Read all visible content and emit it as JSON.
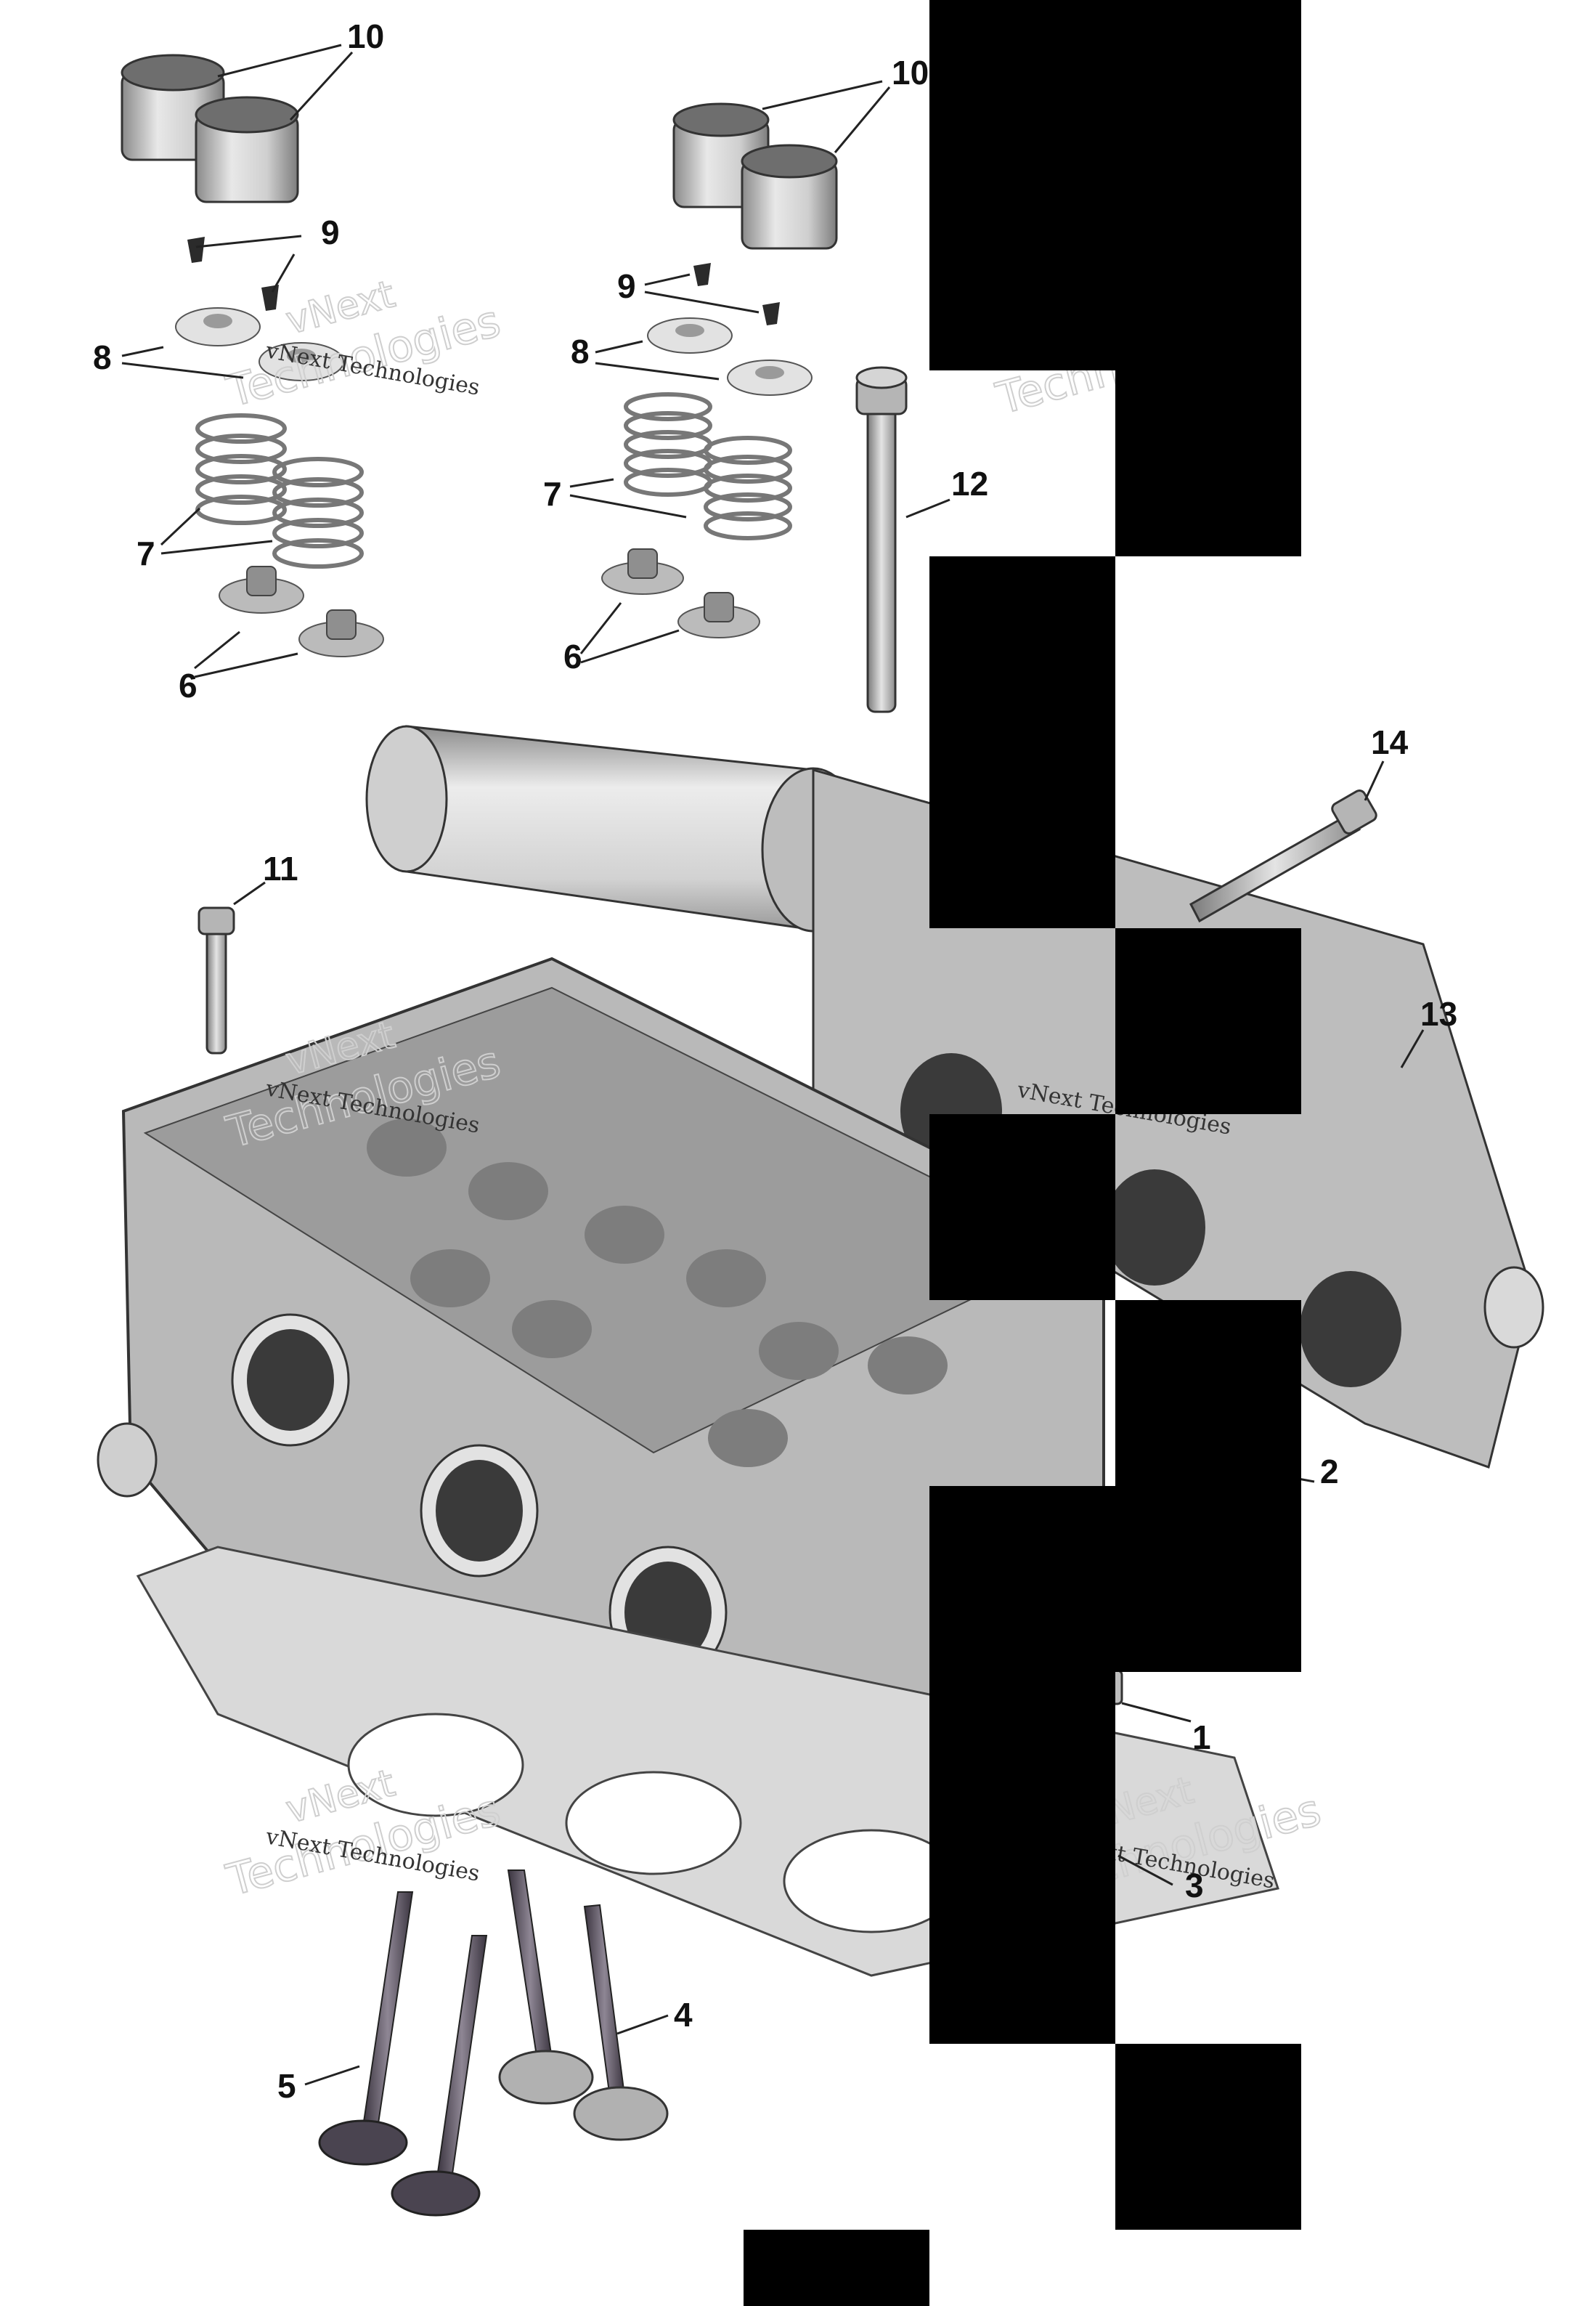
{
  "callouts": {
    "c10a": "10",
    "c10b": "10",
    "c9a": "9",
    "c9b": "9",
    "c8a": "8",
    "c8b": "8",
    "c7a": "7",
    "c7b": "7",
    "c6a": "6",
    "c6b": "6",
    "c12": "12",
    "c11": "11",
    "c14": "14",
    "c13": "13",
    "c2": "2",
    "c1": "1",
    "c3": "3",
    "c4": "4",
    "c5": "5"
  },
  "watermark": {
    "line1": "vNext",
    "line2": "Technologies",
    "small": "vNext Technologies"
  },
  "colors": {
    "part_light": "#e6e6e6",
    "part_mid": "#bdbdbd",
    "part_dark": "#6f6f6f",
    "outline": "#1c1c1c",
    "mask": "#000000"
  }
}
